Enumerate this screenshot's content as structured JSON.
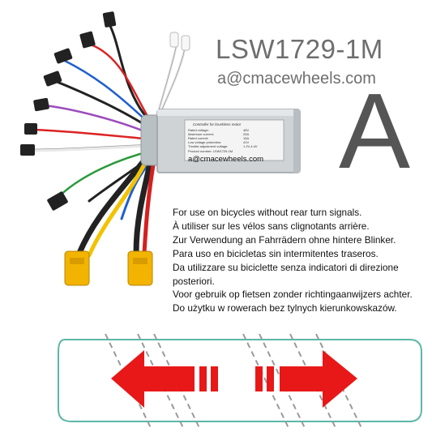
{
  "header": {
    "model": "LSW1729-1M",
    "email": "a@cmacewheels.com",
    "variant_letter": "A"
  },
  "controller": {
    "title": "Controller for brushless motor",
    "spec_labels": [
      "Rated voltage:",
      "Maximum current:",
      "Rated current:",
      "Low voltage protection:",
      "Throttle adjustment voltage:"
    ],
    "spec_values": [
      "48V",
      "25A",
      "15A",
      "41V",
      "1.2V-4.4V"
    ],
    "product_line": "Product number: LSW1729-1M",
    "email_label": "a@cmacewheels.com"
  },
  "notes": {
    "lines": [
      "For use on bicycles without rear turn signals.",
      "À utiliser sur les vélos sans clignotants arrière.",
      "Zur Verwendung an Fahrrädern ohne hintere Blinker.",
      "Para uso en bicicletas sin intermitentes traseros.",
      "Da utilizzare su biciclette senza indicatori di direzione posteriori.",
      "Voor gebruik op fietsen zonder richtingaanwijzers achter.",
      "Do użytku w rowerach bez tylnych kierunkowskazów."
    ]
  },
  "colors": {
    "accent_red": "#e81818",
    "teal_outline": "#5bb7a6",
    "case_silver": "#cfd3d6",
    "connector_yellow": "#f2b400"
  },
  "icons": [
    "left-arrow-icon",
    "right-arrow-icon"
  ]
}
